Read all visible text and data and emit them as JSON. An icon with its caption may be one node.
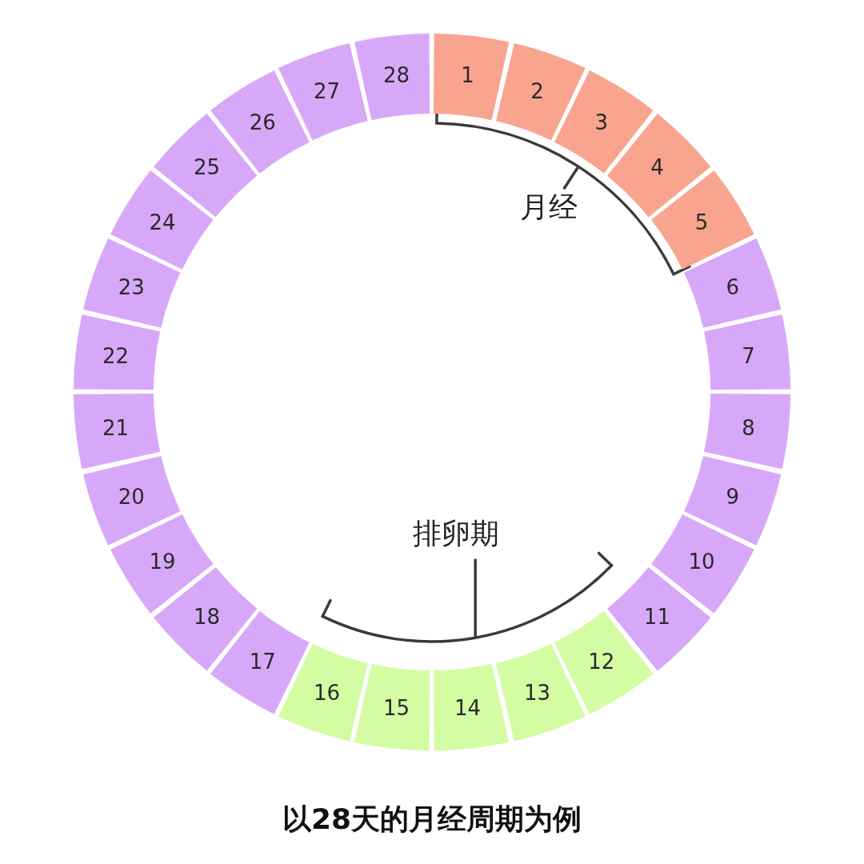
{
  "diagram": {
    "caption": "以28天的月经周期为例",
    "nodes": [
      {
        "text": [
          "1"
        ]
      },
      {
        "text": [
          "2"
        ]
      },
      {
        "text": [
          "3"
        ]
      },
      {
        "text": [
          "4"
        ]
      },
      {
        "text": [
          "5"
        ]
      },
      {
        "text": [
          "6"
        ]
      },
      {
        "text": [
          "7"
        ]
      },
      {
        "text": [
          "8"
        ]
      },
      {
        "text": [
          "9"
        ]
      },
      {
        "text": [
          "10"
        ]
      },
      {
        "text": [
          "11"
        ]
      },
      {
        "text": [
          "12"
        ]
      },
      {
        "text": [
          "13"
        ]
      },
      {
        "text": [
          "14"
        ]
      },
      {
        "text": [
          "15"
        ]
      },
      {
        "text": [
          "16"
        ]
      },
      {
        "text": [
          "17"
        ]
      },
      {
        "text": [
          "18"
        ]
      },
      {
        "text": [
          "19"
        ]
      },
      {
        "text": [
          "20"
        ]
      },
      {
        "text": [
          "21"
        ]
      },
      {
        "text": [
          "22"
        ]
      },
      {
        "text": [
          "23"
        ]
      },
      {
        "text": [
          "24"
        ]
      },
      {
        "text": [
          "25"
        ]
      },
      {
        "text": [
          "26"
        ]
      },
      {
        "text": [
          "27"
        ]
      },
      {
        "text": [
          "28"
        ]
      }
    ],
    "labels": [
      "月经",
      "排卵期"
    ]
  }
}
